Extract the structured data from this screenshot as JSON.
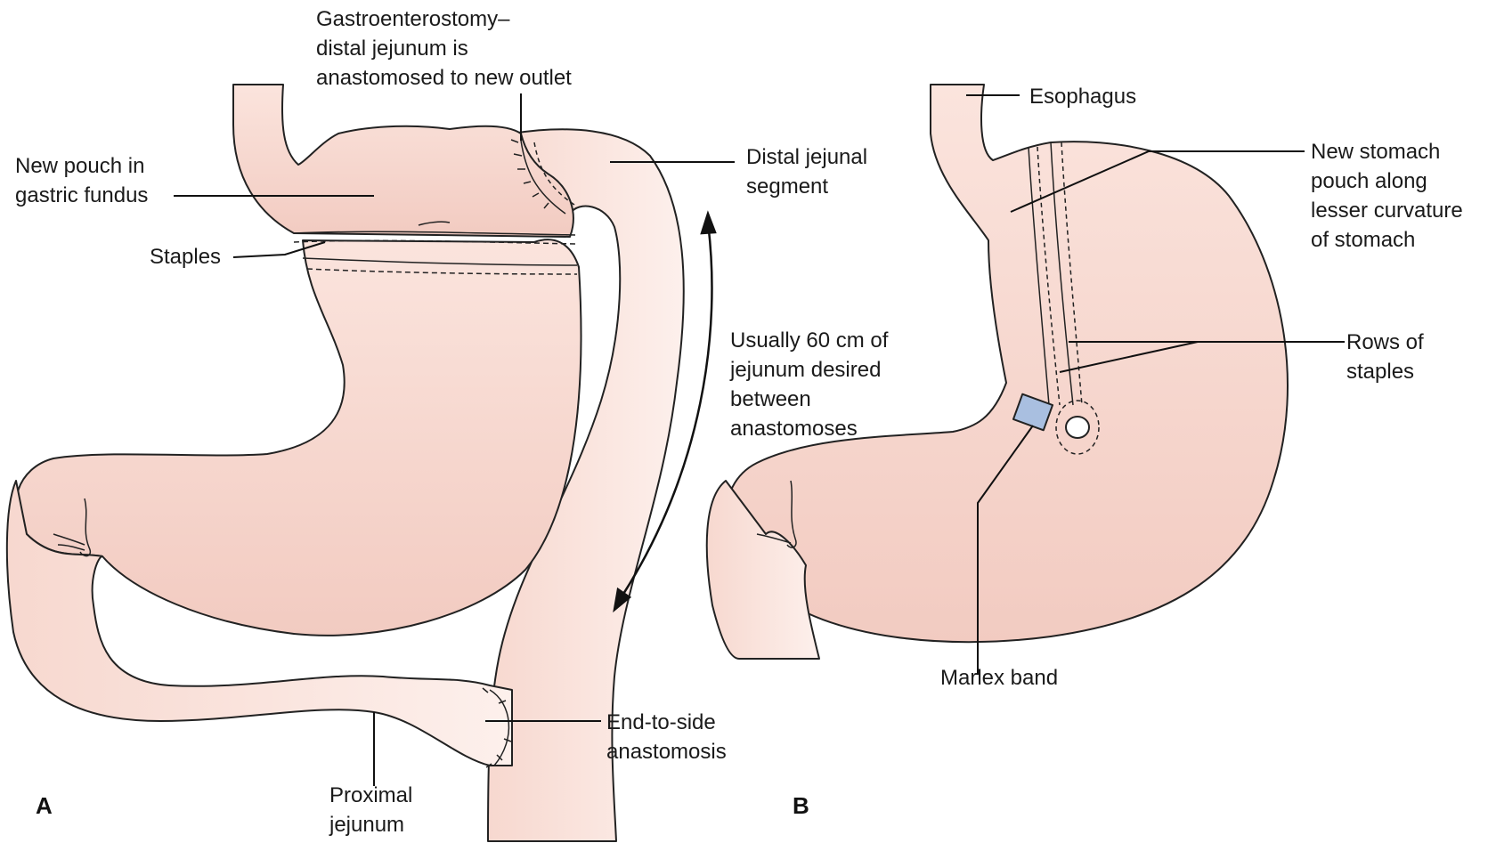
{
  "colors": {
    "tissue": "#f6d3ca",
    "tissue_light": "#fbe9e4",
    "outline": "#222222",
    "band": "#a9bfe0"
  },
  "panel_a": {
    "letter": "A",
    "labels": {
      "gastroenterostomy": "Gastroenterostomy–\ndistal jejunum is\nanastomosed to new outlet",
      "new_pouch": "New pouch in\ngastric fundus",
      "staples": "Staples",
      "distal_segment": "Distal jejunal\nsegment",
      "usually": "Usually 60 cm of\njejunum desired\nbetween\nanastomoses",
      "end_to_side": "End-to-side\nanastomosis",
      "proximal": "Proximal\njejunum"
    }
  },
  "panel_b": {
    "letter": "B",
    "labels": {
      "esophagus": "Esophagus",
      "new_stomach_pouch": "New stomach\npouch along\nlesser curvature\nof stomach",
      "rows_of_staples": "Rows of\nstaples",
      "marlex_band": "Marlex band"
    }
  }
}
